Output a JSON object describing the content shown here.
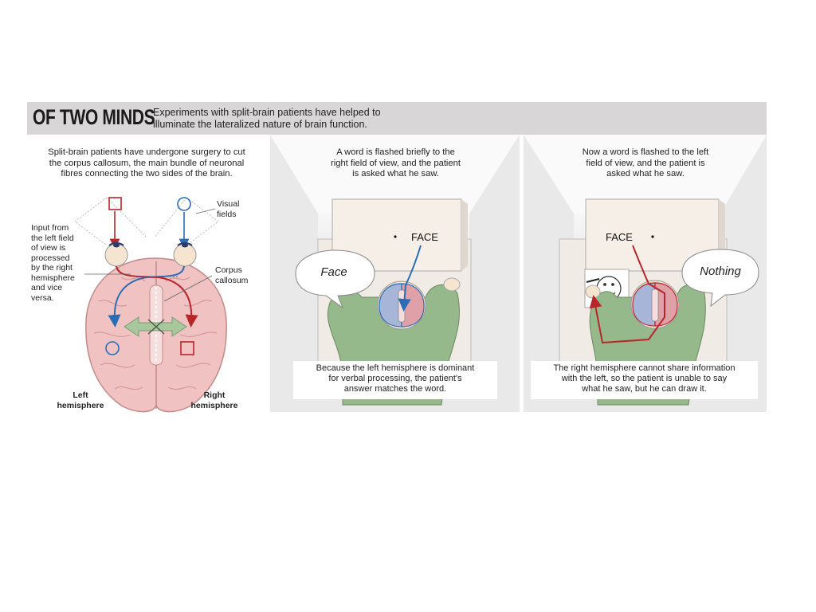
{
  "header": {
    "title": "OF TWO MINDS",
    "subtitle_line1": "Experiments with split-brain patients have helped to",
    "subtitle_line2": "illuminate the lateralized nature of brain function."
  },
  "left_panel": {
    "caption_line1": "Split-brain patients have undergone surgery to cut",
    "caption_line2": "the corpus callosum, the main bundle of neuronal",
    "caption_line3": "fibres connecting the two sides of the brain.",
    "input_label": [
      "Input from",
      "the left field",
      "of view is",
      "processed",
      "by the right",
      "hemisphere",
      "and vice",
      "versa."
    ],
    "visual_fields_label": [
      "Visual",
      "fields"
    ],
    "corpus_label": [
      "Corpus",
      "callosum"
    ],
    "left_hemi": [
      "Left",
      "hemisphere"
    ],
    "right_hemi": [
      "Right",
      "hemisphere"
    ]
  },
  "middle_panel": {
    "caption_line1": "A word is flashed briefly to the",
    "caption_line2": "right field of view, and the patient",
    "caption_line3": "is asked what he saw.",
    "screen_word": "FACE",
    "bubble": "Face",
    "bottom_line1": "Because the left hemisphere is dominant",
    "bottom_line2": "for verbal processing, the patient's",
    "bottom_line3": "answer matches the word."
  },
  "right_panel": {
    "caption_line1": "Now a word is flashed to the left",
    "caption_line2": "field of view, and the patient is",
    "caption_line3": "asked what he saw.",
    "screen_word": "FACE",
    "bubble": "Nothing",
    "bottom_line1": "The right hemisphere cannot share information",
    "bottom_line2": "with the left, so the patient is unable to say",
    "bottom_line3": "what he saw, but he can draw it."
  },
  "colors": {
    "blue": "#2a6db5",
    "red": "#b8262a",
    "brain": "#f1c2c2",
    "green": "#95b98a"
  }
}
